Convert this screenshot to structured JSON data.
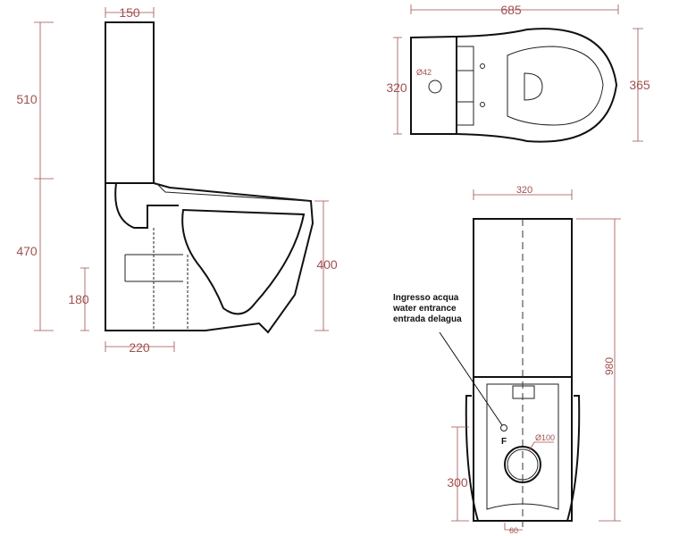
{
  "side_view": {
    "dims": {
      "tank_width": "150",
      "tank_height": "510",
      "bowl_height": "470",
      "outlet_height": "180",
      "outlet_depth": "220",
      "rim_height": "400"
    }
  },
  "top_view": {
    "dims": {
      "length": "685",
      "tank_width": "320",
      "bowl_width": "365",
      "inlet_diameter": "Ø42"
    }
  },
  "front_view": {
    "dims": {
      "width": "320",
      "total_height": "980",
      "outlet_height": "300",
      "offset": "60",
      "outlet_diameter": "Ø100"
    },
    "inlet_marker": "F",
    "annotation": [
      "Ingresso acqua",
      "water entrance",
      "entrada delagua"
    ]
  }
}
